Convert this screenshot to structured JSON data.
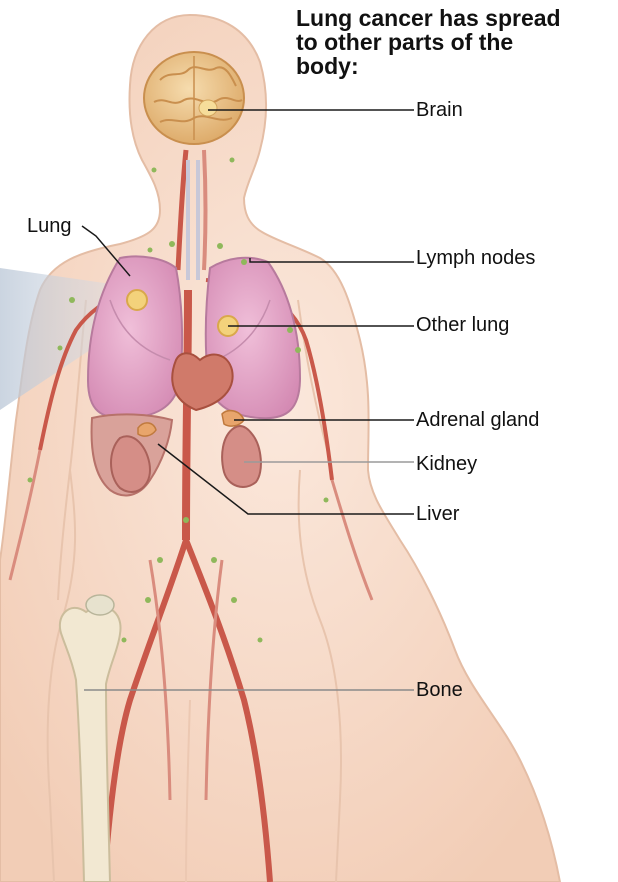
{
  "title": {
    "lines": [
      "Lung cancer has spread",
      "to other parts of the",
      "body:"
    ]
  },
  "labels": {
    "brain": "Brain",
    "lung": "Lung",
    "lymph_nodes": "Lymph nodes",
    "other_lung": "Other lung",
    "adrenal_gland": "Adrenal gland",
    "kidney": "Kidney",
    "liver": "Liver",
    "bone": "Bone"
  },
  "colors": {
    "skin": "#f6dccb",
    "skin_outline": "#e8c4ad",
    "lung": "#e4a6c8",
    "lung_outline": "#b77a9d",
    "vessel": "#c9584a",
    "vessel_light": "#d98c7e",
    "brain": "#e9c48f",
    "tumor": "#f3d27b",
    "organ": "#d58e87",
    "bone": "#f2e8d2",
    "lymph": "#8fb85b",
    "leader_line": "#1a1a1a"
  }
}
